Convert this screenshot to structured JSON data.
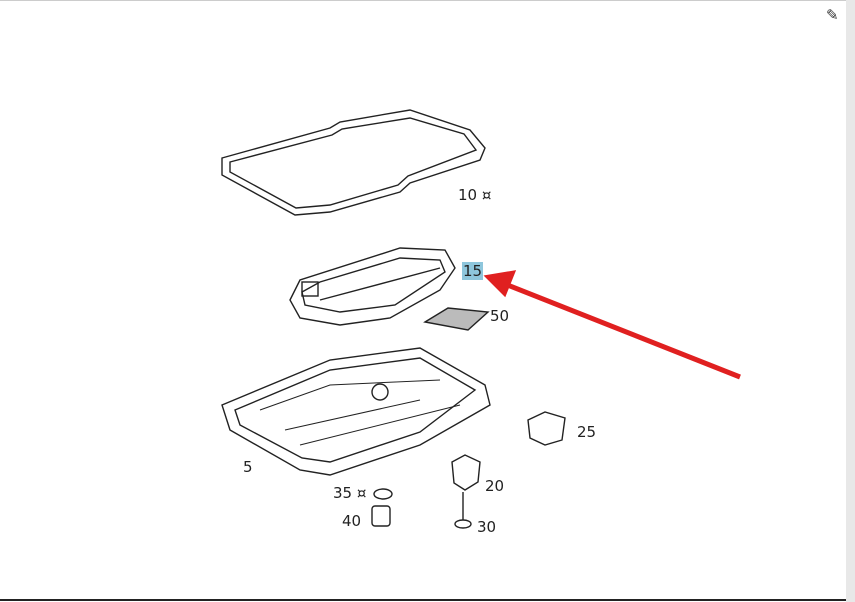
{
  "toolbar": {
    "edit_icon": "edit-icon"
  },
  "diagram": {
    "labels": [
      {
        "id": "part-10",
        "text": "10 ¤"
      },
      {
        "id": "part-15",
        "text": "15",
        "highlighted": true
      },
      {
        "id": "part-50",
        "text": "50"
      },
      {
        "id": "part-5",
        "text": "5"
      },
      {
        "id": "part-25",
        "text": "25"
      },
      {
        "id": "part-20",
        "text": "20"
      },
      {
        "id": "part-35",
        "text": "35 ¤"
      },
      {
        "id": "part-40",
        "text": "40"
      },
      {
        "id": "part-30",
        "text": "30"
      }
    ],
    "highlight_color": "#8ec6dc",
    "arrow_color": "#e02020"
  }
}
